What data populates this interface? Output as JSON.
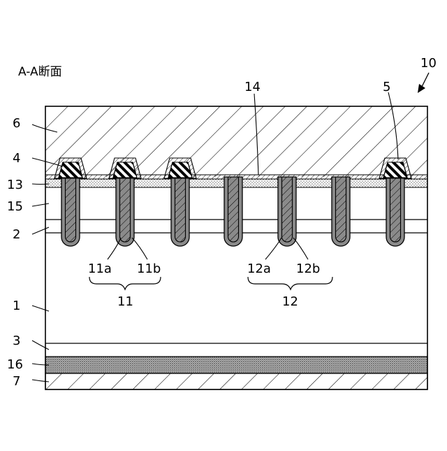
{
  "title": "A-A断面",
  "figure_ref": "10",
  "labels": {
    "l6": "6",
    "l4": "4",
    "l13": "13",
    "l15": "15",
    "l2": "2",
    "l1": "1",
    "l3": "3",
    "l16": "16",
    "l7": "7",
    "l14": "14",
    "l5": "5",
    "l11a": "11a",
    "l11b": "11b",
    "l11": "11",
    "l12a": "12a",
    "l12b": "12b",
    "l12": "12"
  }
}
